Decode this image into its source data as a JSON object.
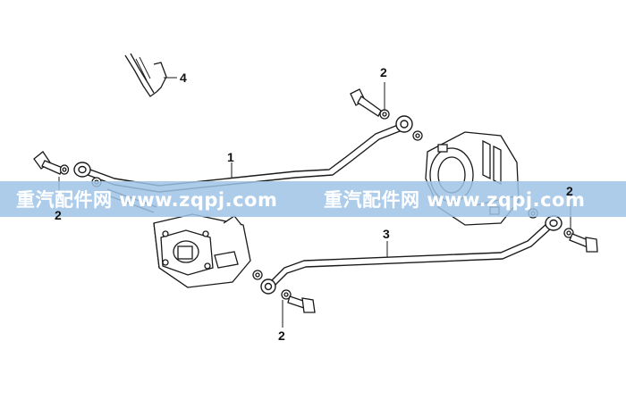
{
  "callouts": {
    "c1": "1",
    "c2_top": "2",
    "c2_left": "2",
    "c2_right": "2",
    "c2_bottom": "2",
    "c3": "3",
    "c4": "4"
  },
  "watermark": {
    "segments": [
      "重汽配件网 www.zqpj.com",
      "重汽配件网 www.zqpj.com"
    ],
    "band_color": "#9ec3e6"
  }
}
